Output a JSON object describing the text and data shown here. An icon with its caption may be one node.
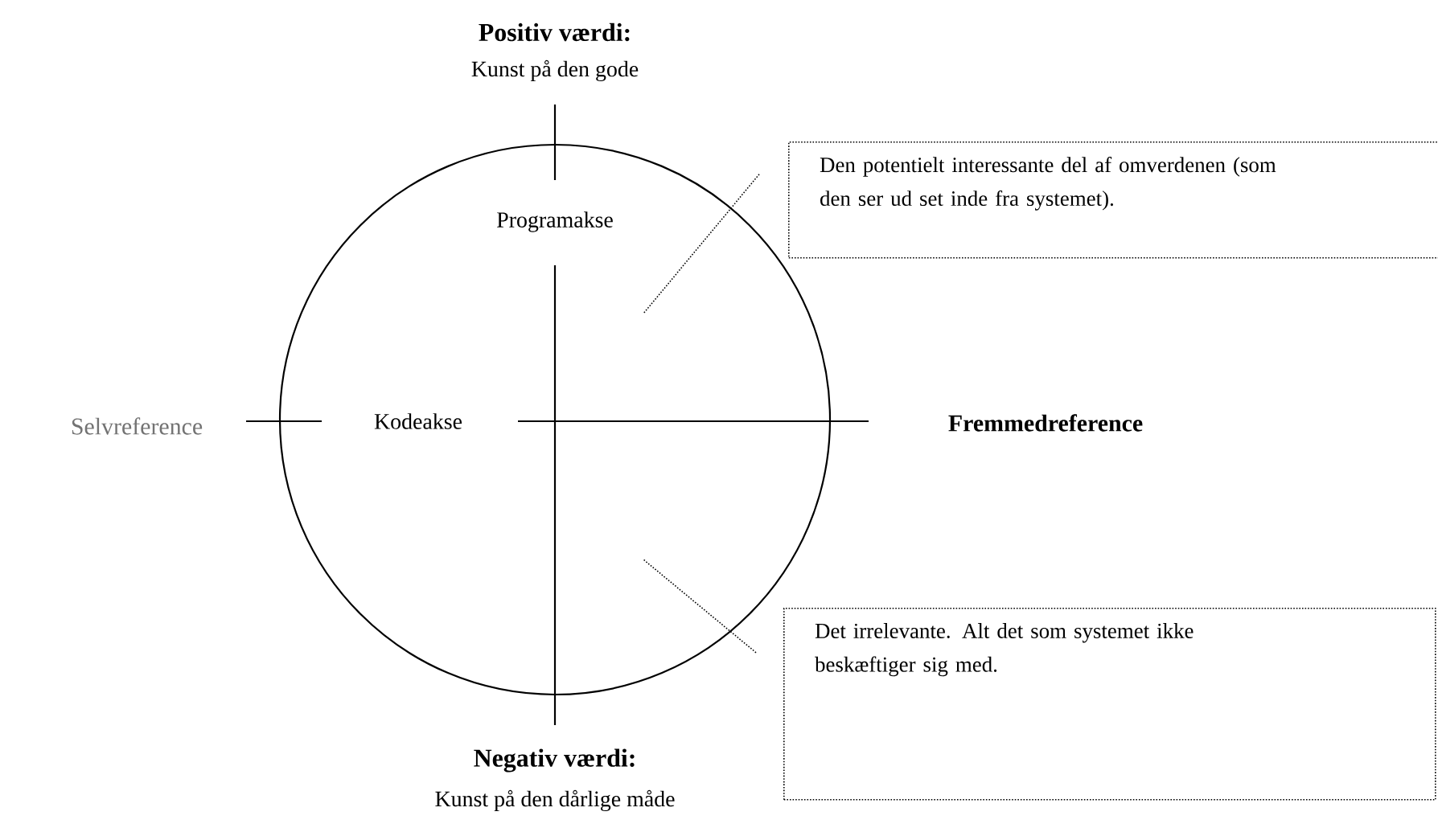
{
  "diagram": {
    "nodes": [
      {
        "text": [
          "Den potentielt interessante del af omverdenen (som den ser ud set inde fra systemet)."
        ]
      },
      {
        "text": [
          "Det irrelevante. Alt det som systemet ikke beskæftiger sig med."
        ]
      }
    ],
    "edges": [
      {
        "from": 0,
        "to": null,
        "arrow": "none"
      },
      {
        "from": 1,
        "to": null,
        "arrow": "none"
      }
    ],
    "labels": [
      "Positiv værdi:",
      "Kunst på den gode",
      "Programakse",
      "Selvreference",
      "Kodeakse",
      "Fremmedreference",
      "Negativ værdi:",
      "Kunst på den dårlige måde"
    ]
  }
}
